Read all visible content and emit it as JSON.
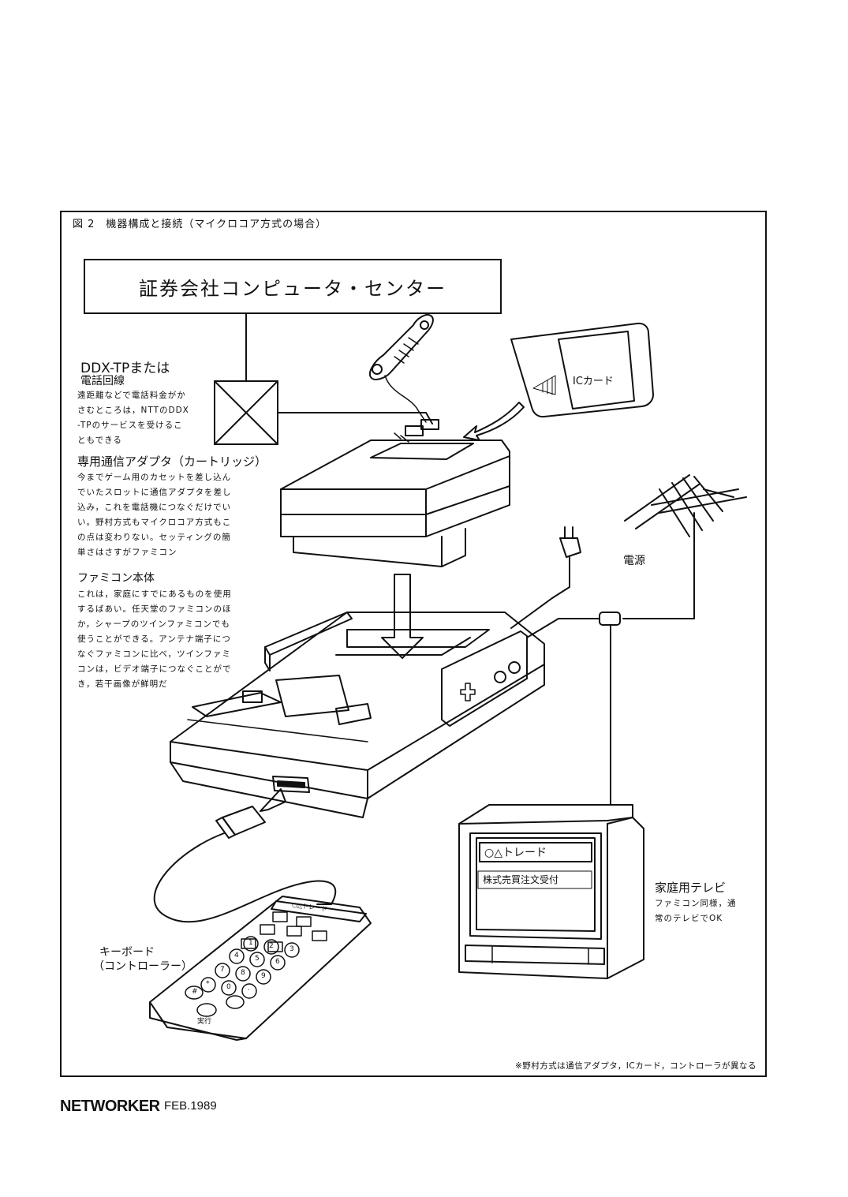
{
  "figure": {
    "title": "図 2　機器構成と接続（マイクロコア方式の場合）"
  },
  "center": {
    "label": "証券会社コンピュータ・センター"
  },
  "ddx": {
    "title_line1": "DDX-TPまたは",
    "title_line2": "電話回線",
    "note": [
      "遠距離などで電話料金がか",
      "さむところは，NTTのDDX",
      "-TPのサービスを受けるこ",
      "ともできる"
    ]
  },
  "adapter": {
    "title": "専用通信アダプタ（カートリッジ）",
    "note": [
      "今までゲーム用のカセットを差し込ん",
      "でいたスロットに通信アダプタを差し",
      "込み，これを電話機につなぐだけでい",
      "い。野村方式もマイクロコア方式もこ",
      "の点は変わりない。セッティングの簡",
      "単さはさすがファミコン"
    ]
  },
  "famicom": {
    "title": "ファミコン本体",
    "note": [
      "これは，家庭にすでにあるものを使用",
      "するばあい。任天堂のファミコンのほ",
      "か，シャープのツインファミコンでも",
      "使うことができる。アンテナ端子につ",
      "なぐファミコンに比べ，ツインファミ",
      "コンは，ビデオ端子につなぐことがで",
      "き，若干画像が鮮明だ"
    ]
  },
  "ic_card": {
    "label": "ICカード"
  },
  "power": {
    "label": "電源"
  },
  "tv": {
    "title": "家庭用テレビ",
    "note": [
      "ファミコン同様，通",
      "常のテレビでOK"
    ],
    "screen_line1": "○△トレード",
    "screen_line2": "株式売買注文受付"
  },
  "keyboard": {
    "label_line1": "キーボード",
    "label_line2": "（コントローラー）",
    "header": "○△トレード",
    "keys": [
      "1",
      "2",
      "3",
      "4",
      "5",
      "6",
      "7",
      "8",
      "9",
      "*",
      "0",
      "·",
      "#"
    ],
    "exec_label": "実行"
  },
  "footnote": "※野村方式は通信アダプタ，ICカード，コントローラが異なる",
  "footer": {
    "logo": "NETWORKER",
    "issue": "FEB.1989"
  }
}
